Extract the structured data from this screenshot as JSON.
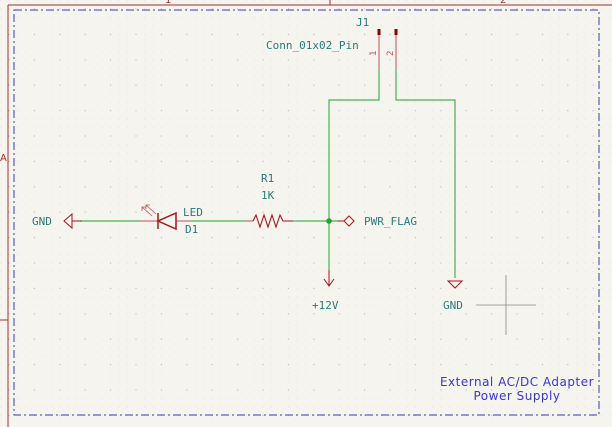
{
  "frame": {
    "col_1": "1",
    "col_2": "2",
    "row_a": "A"
  },
  "connector": {
    "ref": "J1",
    "value": "Conn_01x02_Pin",
    "pin1": "1",
    "pin2": "2"
  },
  "led": {
    "ref": "D1",
    "value": "LED"
  },
  "resistor": {
    "ref": "R1",
    "value": "1K"
  },
  "power": {
    "gnd_left": "GND",
    "gnd_right": "GND",
    "pwr_flag": "PWR_FLAG",
    "v12": "+12V"
  },
  "note": {
    "line1": "External AC/DC Adapter",
    "line2": "Power Supply"
  },
  "colors": {
    "wire": "#4caf50",
    "symbol": "#a01818",
    "label": "#2a7a7a",
    "note": "#3838c8",
    "frame": "#a03030"
  }
}
